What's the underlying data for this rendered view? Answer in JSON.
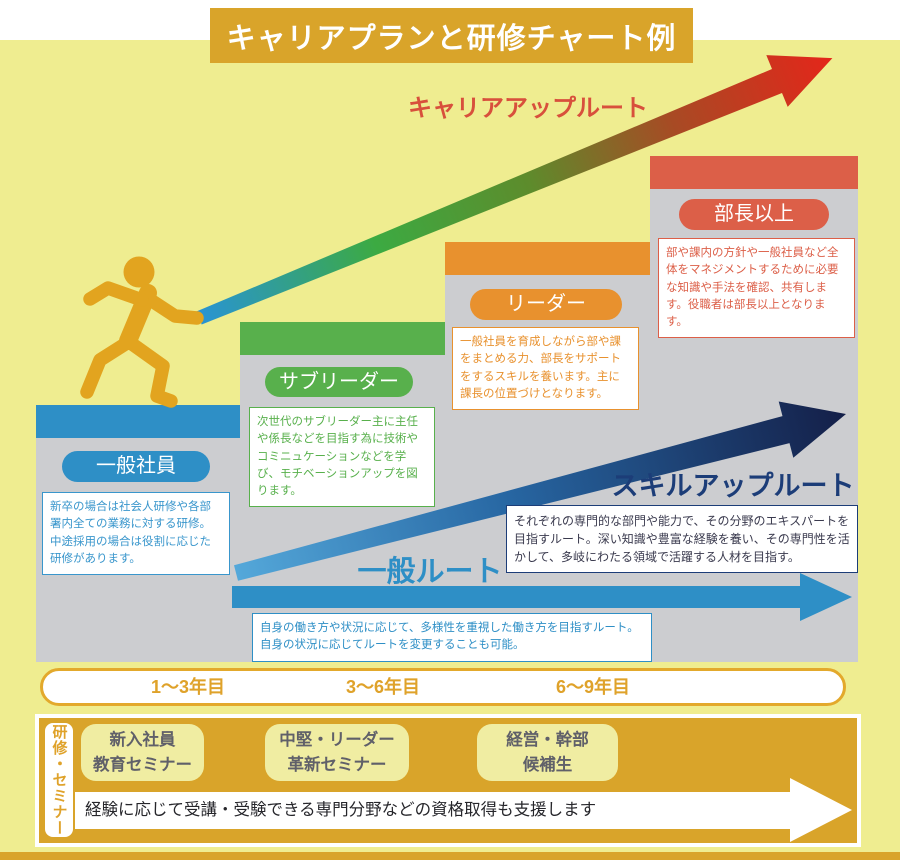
{
  "title": "キャリアプランと研修チャート例",
  "colors": {
    "page_yellow": "#efed90",
    "banner_gold": "#d9a42a",
    "chart_gray": "#cccdd0",
    "step_blue": "#2e8fc6",
    "step_green": "#58b04c",
    "step_orange": "#e8912e",
    "step_red": "#dc5f48",
    "career_route_red": "#d8503c",
    "skill_route_navy": "#1c3d78",
    "runner_gold": "#e2a41f"
  },
  "routes": {
    "career_up": {
      "label": "キャリアアップルート"
    },
    "skill_up": {
      "label": "スキルアップルート",
      "desc": "それぞれの専門的な部門や能力で、その分野のエキスパートを目指すルート。深い知識や豊富な経験を養い、その専門性を活かして、多岐にわたる領域で活躍する人材を目指す。"
    },
    "general": {
      "label": "一般ルート",
      "desc": "自身の働き方や状況に応じて、多様性を重視した働き方を目指すルート。自身の状況に応じてルートを変更することも可能。"
    }
  },
  "steps": [
    {
      "label": "一般社員",
      "color": "#2e8fc6",
      "desc": "新卒の場合は社会人研修や各部署内全ての業務に対する研修。中途採用の場合は役割に応じた研修があります。"
    },
    {
      "label": "サブリーダー",
      "color": "#58b04c",
      "desc": "次世代のサブリーダー主に主任や係長などを目指す為に技術やコミニュケーションなどを学び、モチベーションアップを図ります。"
    },
    {
      "label": "リーダー",
      "color": "#e8912e",
      "desc": "一般社員を育成しながら部や課をまとめる力、部長をサポートをするスキルを養います。主に課長の位置づけとなります。"
    },
    {
      "label": "部長以上",
      "color": "#dc5f48",
      "desc": "部や課内の方針や一般社員など全体をマネジメントするために必要な知識や手法を確認、共有します。役職者は部長以上となります。"
    }
  ],
  "timeline": [
    {
      "label": "1〜3年目"
    },
    {
      "label": "3〜6年目"
    },
    {
      "label": "6〜9年目"
    }
  ],
  "training": {
    "side_label": "研修・セミナー",
    "seminars": [
      {
        "line1": "新入社員",
        "line2": "教育セミナー"
      },
      {
        "line1": "中堅・リーダー",
        "line2": "革新セミナー"
      },
      {
        "line1": "経営・幹部",
        "line2": "候補生"
      }
    ],
    "support_text": "経験に応じて受講・受験できる専門分野などの資格取得も支援します"
  },
  "icons": {
    "runner": "running-person-icon",
    "career_arrow": "gradient-up-arrow",
    "skill_arrow": "navy-up-arrow",
    "general_arrow": "blue-right-arrow"
  }
}
